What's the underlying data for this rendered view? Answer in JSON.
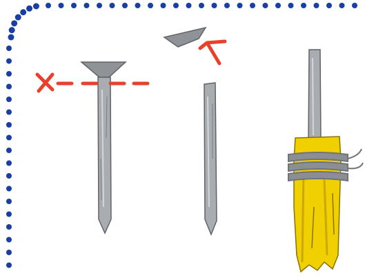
{
  "illustration": {
    "colors": {
      "border_dots": "#1a3fa3",
      "cut_marker": "#e8402a",
      "nail_fill": "#a9adb2",
      "nail_edge": "#5f6368",
      "nail_head": "#8f9398",
      "tape_fill": "#f0d000",
      "tape_shadow": "#c9a800",
      "wire": "#8b8e93"
    },
    "icons": {
      "border": "dotted-frame",
      "cut_mark": "x-cut-icon",
      "remove_arrow": "arrow-up-right-icon"
    },
    "steps": [
      {
        "name": "full-nail"
      },
      {
        "name": "headless-nail"
      },
      {
        "name": "taped-nail"
      }
    ]
  }
}
